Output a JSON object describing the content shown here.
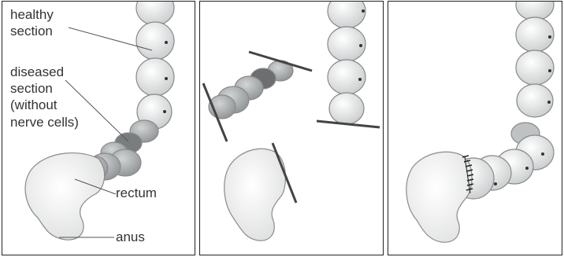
{
  "labels": {
    "healthy_1": "healthy",
    "healthy_2": "section",
    "diseased_1": "diseased",
    "diseased_2": "section",
    "diseased_3": "(without",
    "diseased_4": "nerve cells)",
    "rectum": "rectum",
    "anus": "anus"
  },
  "colors": {
    "healthy_segment": "#e9eaea",
    "diseased_segment": "#b4b7b8",
    "constricted_segment": "#6c6e70",
    "rectum_fill": "#f2f3f2",
    "cut_line": "#444444"
  }
}
